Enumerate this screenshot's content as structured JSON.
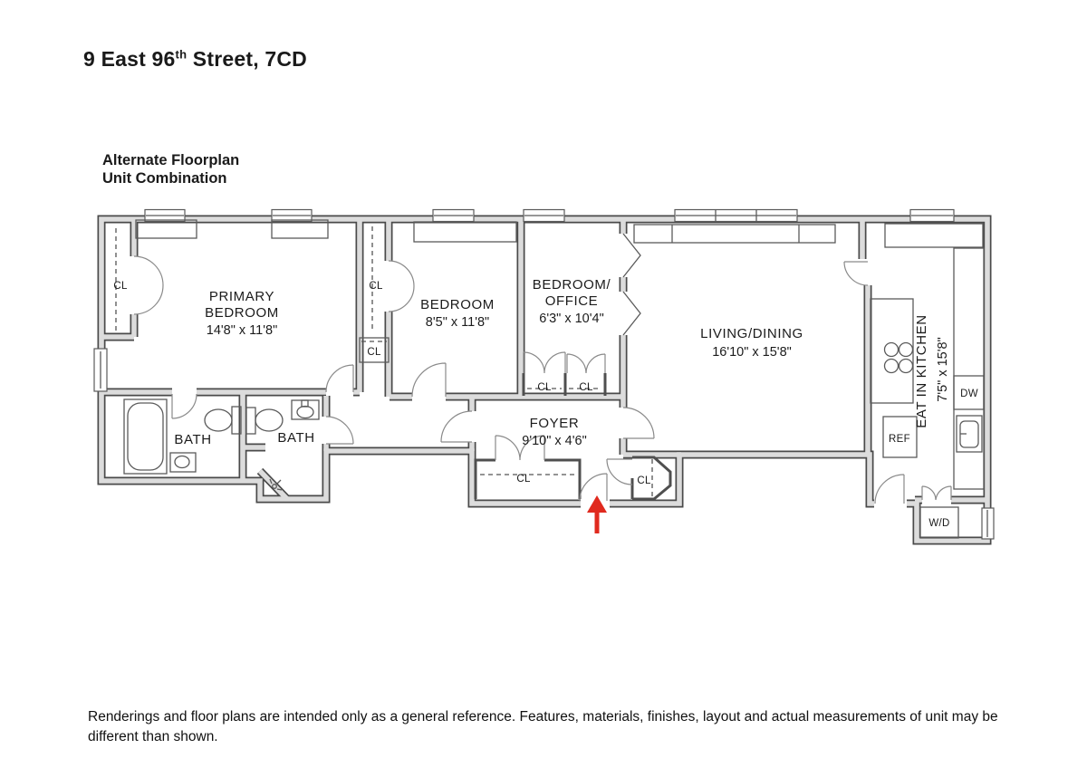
{
  "header": {
    "title": {
      "street_part": "9 East 96",
      "ordinal_suffix": "th",
      "rest_part": " Street, 7CD"
    }
  },
  "plan_notes": {
    "line1": "Alternate Floorplan",
    "line2": "Unit Combination"
  },
  "rooms": {
    "primary_bedroom": {
      "line1": "PRIMARY",
      "line2": "BEDROOM",
      "dims": "14'8\" x 11'8\""
    },
    "bedroom": {
      "line1": "BEDROOM",
      "dims": "8'5\" x 11'8\""
    },
    "bedroom_office": {
      "line1": "BEDROOM/",
      "line2": "OFFICE",
      "dims": "6'3\" x 10'4\""
    },
    "living_dining": {
      "line1": "LIVING/DINING",
      "dims": "16'10\" x 15'8\""
    },
    "eat_in_kitchen": {
      "line1": "EAT IN KITCHEN",
      "dims": "7'5\" x 15'8\""
    },
    "foyer": {
      "line1": "FOYER",
      "dims": "9'10\" x 4'6\""
    },
    "bath_primary": {
      "line1": "BATH"
    },
    "bath_second": {
      "line1": "BATH"
    }
  },
  "labels": {
    "closet": "CL",
    "dishwasher": "DW",
    "refrigerator": "REF",
    "washer_dryer": "W/D"
  },
  "footer": {
    "disclaimer": "Renderings and floor plans are intended only as a general reference. Features, materials, finishes, layout and actual measurements of unit may be different than shown."
  },
  "colors": {
    "entry_arrow": "#e02a1e",
    "wall_fill": "#dcdcdc",
    "wall_line": "#4a4a4a"
  }
}
